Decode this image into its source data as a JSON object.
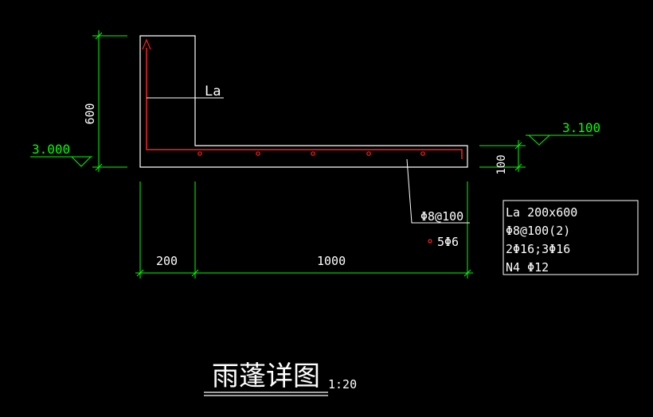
{
  "drawing": {
    "title": "雨蓬详图",
    "scale": "1:20",
    "label_la": "La",
    "elevation_left": "3.000",
    "elevation_right": "3.100",
    "dim_height_600": "600",
    "dim_height_100": "100",
    "dim_width_200": "200",
    "dim_width_1000": "1000",
    "rebar_label": "Φ8@100",
    "bar_dots_label": "5Φ6",
    "spec_box": {
      "lines": [
        "La 200x600",
        "Φ8@100(2)",
        "2Φ16;3Φ16",
        "N4 Φ12"
      ]
    }
  },
  "colors": {
    "background": "#000000",
    "outline": "#ffffff",
    "dimension": "#00ff00",
    "rebar": "#ff2020",
    "elevation_text": "#00ff00"
  }
}
